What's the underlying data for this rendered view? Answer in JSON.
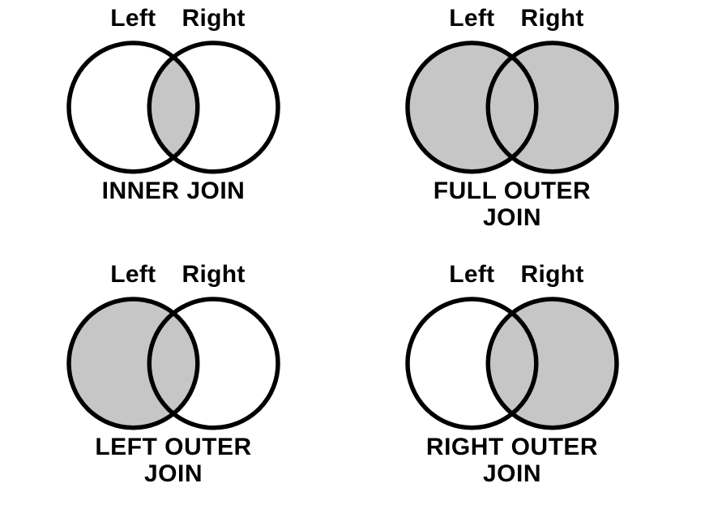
{
  "page": {
    "title": "SQL join types Venn diagrams"
  },
  "colors": {
    "shade": "#c6c6c6",
    "stroke": "#000000",
    "text": "#000000",
    "background": "#ffffff"
  },
  "diagrams": [
    {
      "id": "inner-join",
      "left_label": "Left",
      "right_label": "Right",
      "caption": "INNER JOIN",
      "shaded": [
        "intersection"
      ]
    },
    {
      "id": "full-outer-join",
      "left_label": "Left",
      "right_label": "Right",
      "caption": "FULL OUTER\nJOIN",
      "shaded": [
        "left",
        "right"
      ]
    },
    {
      "id": "left-outer-join",
      "left_label": "Left",
      "right_label": "Right",
      "caption": "LEFT OUTER\nJOIN",
      "shaded": [
        "left"
      ]
    },
    {
      "id": "right-outer-join",
      "left_label": "Left",
      "right_label": "Right",
      "caption": "RIGHT OUTER\nJOIN",
      "shaded": [
        "right"
      ]
    }
  ]
}
